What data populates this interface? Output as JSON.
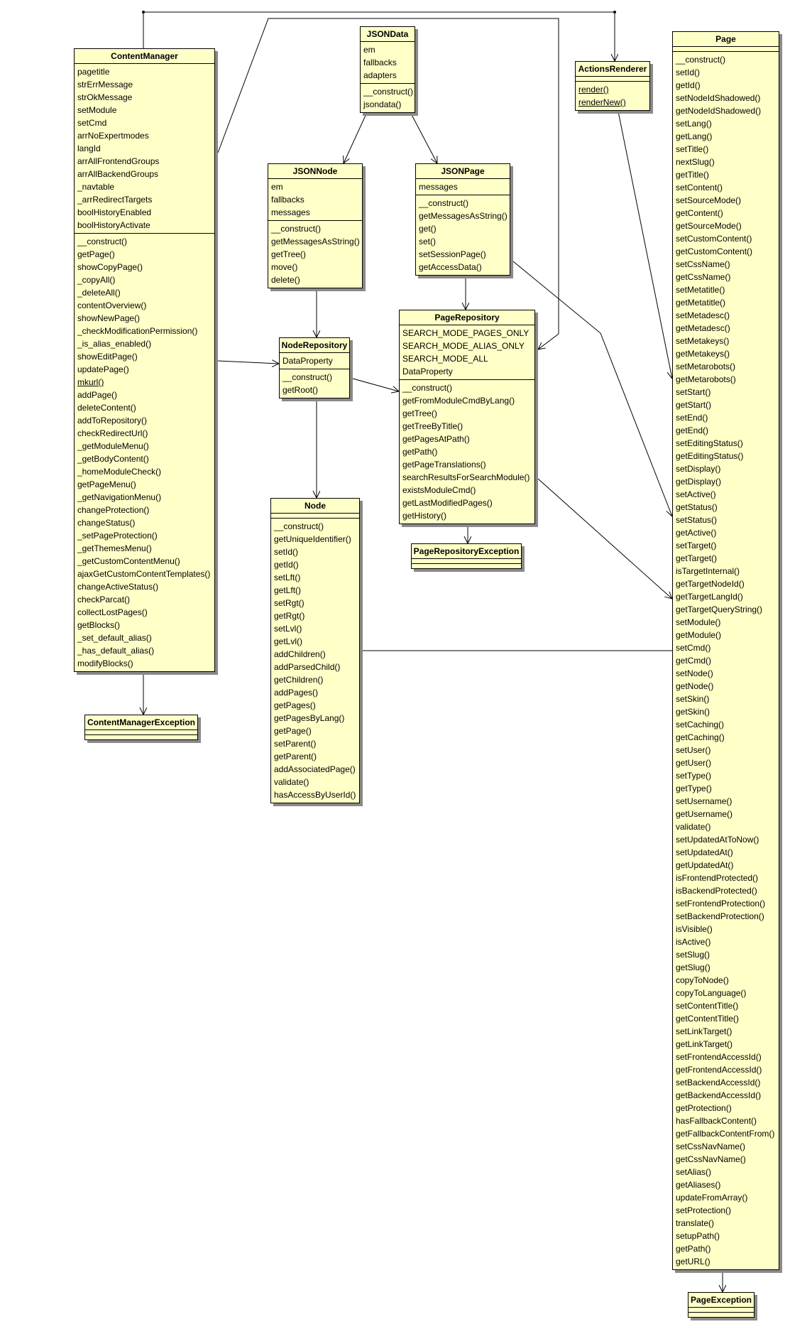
{
  "colors": {
    "class_fill": "#ffffc8",
    "border": "#000000",
    "shadow": "#8a8a8a"
  },
  "classes": {
    "content_manager": {
      "name": "ContentManager",
      "attributes": [
        "pagetitle",
        "strErrMessage",
        "strOkMessage",
        "setModule",
        "setCmd",
        "arrNoExpertmodes",
        "langId",
        "arrAllFrontendGroups",
        "arrAllBackendGroups",
        "_navtable",
        "_arrRedirectTargets",
        "boolHistoryEnabled",
        "boolHistoryActivate"
      ],
      "methods": [
        "__construct()",
        "getPage()",
        "showCopyPage()",
        "_copyAll()",
        "_deleteAll()",
        "contentOverview()",
        "showNewPage()",
        "_checkModificationPermission()",
        "_is_alias_enabled()",
        "showEditPage()",
        "updatePage()",
        "mkurl()",
        "addPage()",
        "deleteContent()",
        "addToRepository()",
        "checkRedirectUrl()",
        "_getModuleMenu()",
        "_getBodyContent()",
        "_homeModuleCheck()",
        "getPageMenu()",
        "_getNavigationMenu()",
        "changeProtection()",
        "changeStatus()",
        "_setPageProtection()",
        "_getThemesMenu()",
        "_getCustomContentMenu()",
        "ajaxGetCustomContentTemplates()",
        "changeActiveStatus()",
        "checkParcat()",
        "collectLostPages()",
        "getBlocks()",
        "_set_default_alias()",
        "_has_default_alias()",
        "modifyBlocks()"
      ],
      "static_methods": [
        "mkurl()"
      ]
    },
    "content_manager_exception": {
      "name": "ContentManagerException",
      "attributes": [],
      "methods": []
    },
    "json_data": {
      "name": "JSONData",
      "attributes": [
        "em",
        "fallbacks",
        "adapters"
      ],
      "methods": [
        "__construct()",
        "jsondata()"
      ]
    },
    "json_node": {
      "name": "JSONNode",
      "attributes": [
        "em",
        "fallbacks",
        "messages"
      ],
      "methods": [
        "__construct()",
        "getMessagesAsString()",
        "getTree()",
        "move()",
        "delete()"
      ]
    },
    "json_page": {
      "name": "JSONPage",
      "attributes": [
        "messages"
      ],
      "methods": [
        "__construct()",
        "getMessagesAsString()",
        "get()",
        "set()",
        "setSessionPage()",
        "getAccessData()"
      ]
    },
    "actions_renderer": {
      "name": "ActionsRenderer",
      "attributes": [],
      "methods": [
        "render()",
        "renderNew()"
      ],
      "static_methods": [
        "render()",
        "renderNew()"
      ]
    },
    "node_repository": {
      "name": "NodeRepository",
      "attributes": [
        "DataProperty"
      ],
      "methods": [
        "__construct()",
        "getRoot()"
      ]
    },
    "page_repository": {
      "name": "PageRepository",
      "attributes": [
        "SEARCH_MODE_PAGES_ONLY",
        "SEARCH_MODE_ALIAS_ONLY",
        "SEARCH_MODE_ALL",
        "DataProperty"
      ],
      "methods": [
        "__construct()",
        "getFromModuleCmdByLang()",
        "getTree()",
        "getTreeByTitle()",
        "getPagesAtPath()",
        "getPath()",
        "getPageTranslations()",
        "searchResultsForSearchModule()",
        "existsModuleCmd()",
        "getLastModifiedPages()",
        "getHistory()"
      ]
    },
    "page_repository_exception": {
      "name": "PageRepositoryException",
      "attributes": [],
      "methods": []
    },
    "node": {
      "name": "Node",
      "attributes": [],
      "methods": [
        "__construct()",
        "getUniqueIdentifier()",
        "setId()",
        "getId()",
        "setLft()",
        "getLft()",
        "setRgt()",
        "getRgt()",
        "setLvl()",
        "getLvl()",
        "addChildren()",
        "addParsedChild()",
        "getChildren()",
        "addPages()",
        "getPages()",
        "getPagesByLang()",
        "getPage()",
        "setParent()",
        "getParent()",
        "addAssociatedPage()",
        "validate()",
        "hasAccessByUserId()"
      ]
    },
    "page": {
      "name": "Page",
      "attributes": [],
      "methods": [
        "__construct()",
        "setId()",
        "getId()",
        "setNodeIdShadowed()",
        "getNodeIdShadowed()",
        "setLang()",
        "getLang()",
        "setTitle()",
        "nextSlug()",
        "getTitle()",
        "setContent()",
        "setSourceMode()",
        "getContent()",
        "getSourceMode()",
        "setCustomContent()",
        "getCustomContent()",
        "setCssName()",
        "getCssName()",
        "setMetatitle()",
        "getMetatitle()",
        "setMetadesc()",
        "getMetadesc()",
        "setMetakeys()",
        "getMetakeys()",
        "setMetarobots()",
        "getMetarobots()",
        "setStart()",
        "getStart()",
        "setEnd()",
        "getEnd()",
        "setEditingStatus()",
        "getEditingStatus()",
        "setDisplay()",
        "getDisplay()",
        "setActive()",
        "getStatus()",
        "setStatus()",
        "getActive()",
        "setTarget()",
        "getTarget()",
        "isTargetInternal()",
        "getTargetNodeId()",
        "getTargetLangId()",
        "getTargetQueryString()",
        "setModule()",
        "getModule()",
        "setCmd()",
        "getCmd()",
        "setNode()",
        "getNode()",
        "setSkin()",
        "getSkin()",
        "setCaching()",
        "getCaching()",
        "setUser()",
        "getUser()",
        "setType()",
        "getType()",
        "setUsername()",
        "getUsername()",
        "validate()",
        "setUpdatedAtToNow()",
        "setUpdatedAt()",
        "getUpdatedAt()",
        "isFrontendProtected()",
        "isBackendProtected()",
        "setFrontendProtection()",
        "setBackendProtection()",
        "isVisible()",
        "isActive()",
        "setSlug()",
        "getSlug()",
        "copyToNode()",
        "copyToLanguage()",
        "setContentTitle()",
        "getContentTitle()",
        "setLinkTarget()",
        "getLinkTarget()",
        "setFrontendAccessId()",
        "getFrontendAccessId()",
        "setBackendAccessId()",
        "getBackendAccessId()",
        "getProtection()",
        "hasFallbackContent()",
        "getFallbackContentFrom()",
        "setCssNavName()",
        "getCssNavName()",
        "setAlias()",
        "getAliases()",
        "updateFromArray()",
        "setProtection()",
        "translate()",
        "setupPath()",
        "getPath()",
        "getURL()"
      ]
    },
    "page_exception": {
      "name": "PageException",
      "attributes": [],
      "methods": []
    }
  }
}
